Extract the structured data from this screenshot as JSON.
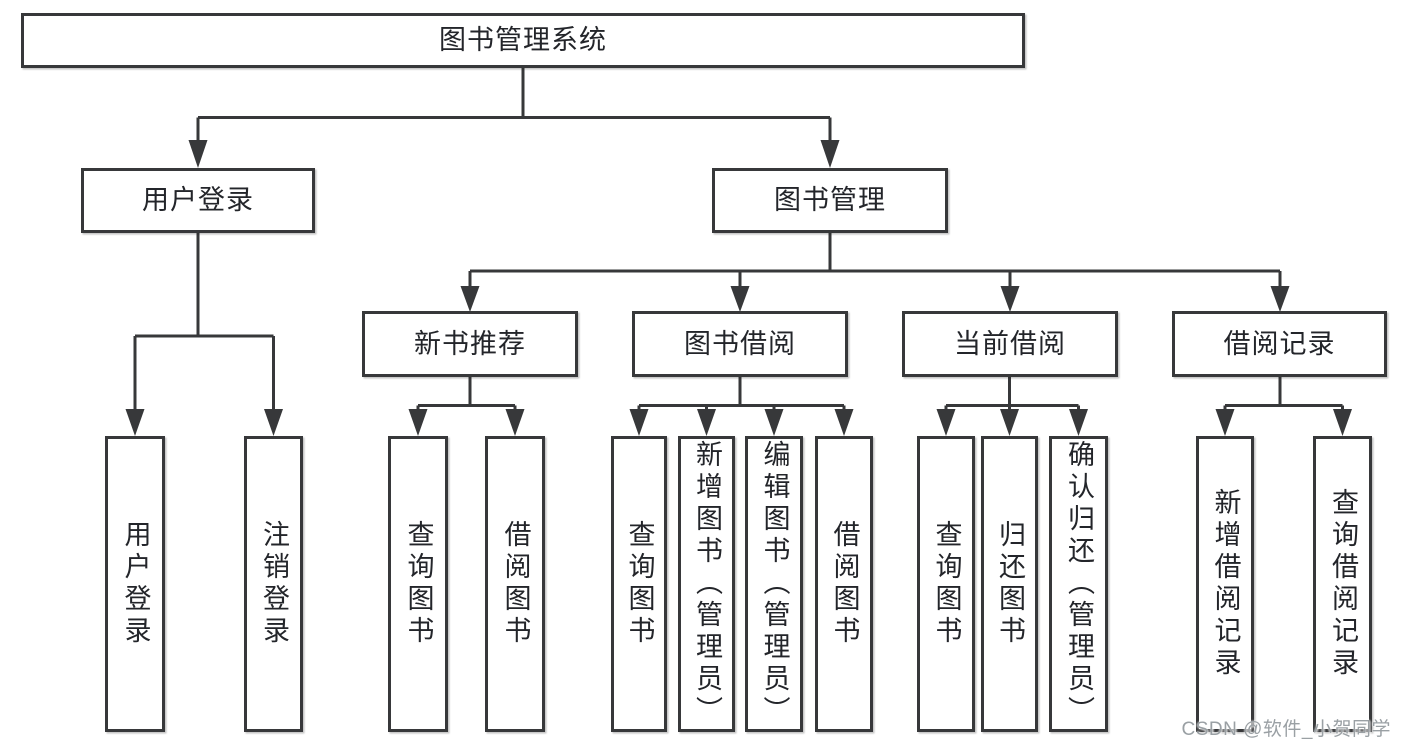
{
  "diagram": {
    "root": {
      "label": "图书管理系统",
      "children": [
        {
          "label": "用户登录",
          "children": [
            {
              "label": "用户登录"
            },
            {
              "label": "注销登录"
            }
          ]
        },
        {
          "label": "图书管理",
          "children": [
            {
              "label": "新书推荐",
              "children": [
                {
                  "label": "查询图书"
                },
                {
                  "label": "借阅图书"
                }
              ]
            },
            {
              "label": "图书借阅",
              "children": [
                {
                  "label": "查询图书"
                },
                {
                  "label": "新增图书（管理员）"
                },
                {
                  "label": "编辑图书（管理员）"
                },
                {
                  "label": "借阅图书"
                }
              ]
            },
            {
              "label": "当前借阅",
              "children": [
                {
                  "label": "查询图书"
                },
                {
                  "label": "归还图书"
                },
                {
                  "label": "确认归还（管理员）"
                }
              ]
            },
            {
              "label": "借阅记录",
              "children": [
                {
                  "label": "新增借阅记录"
                },
                {
                  "label": "查询借阅记录"
                }
              ]
            }
          ]
        }
      ]
    }
  },
  "watermark": {
    "text": "CSDN @软件_小贺同学"
  },
  "colors": {
    "line": "#37383a",
    "text": "#23252a",
    "watermark": "#9aa0a4",
    "background": "#ffffff",
    "node_fill": "#ffffff"
  }
}
